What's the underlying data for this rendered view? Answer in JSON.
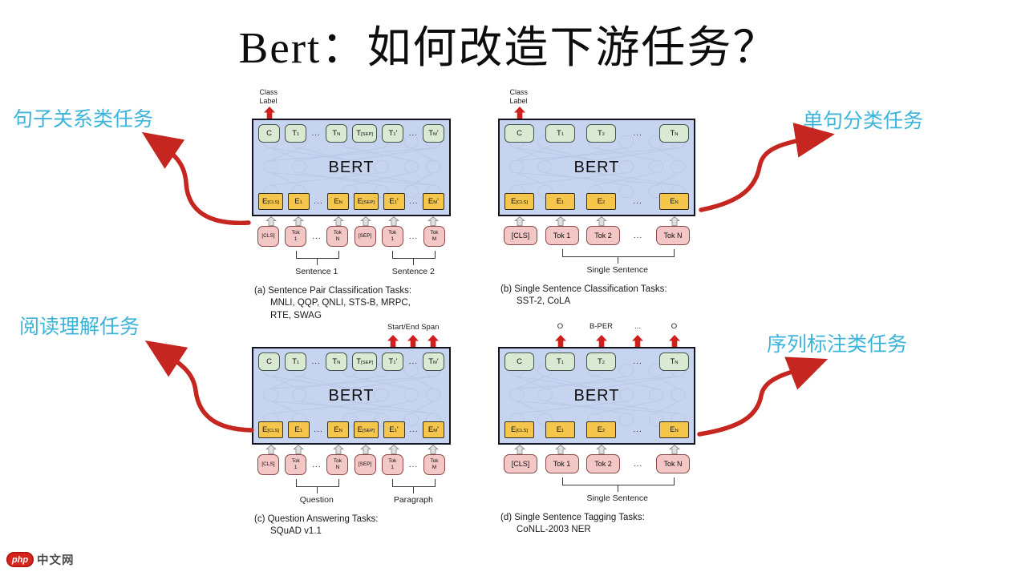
{
  "title": "Bert：如何改造下游任务？",
  "annotations": [
    {
      "id": "a",
      "text": "句子关系类任务"
    },
    {
      "id": "b",
      "text": "单句分类任务"
    },
    {
      "id": "c",
      "text": "阅读理解任务"
    },
    {
      "id": "d",
      "text": "序列标注类任务"
    }
  ],
  "logo": {
    "badge": "php",
    "text": "中文网"
  },
  "colors": {
    "accent_red": "#c62620",
    "label_cyan": "#3cb4da",
    "bert_fill": "#c7d4ef",
    "token_green": "#d9e9d2",
    "token_yellow": "#f6c64c",
    "token_pink": "#f2c7c5"
  },
  "diagrams": [
    {
      "id": "a",
      "class_label": {
        "lines": [
          "Class",
          "Label"
        ],
        "slot": 0
      },
      "bert": "BERT",
      "top_tokens": [
        {
          "base": "C"
        },
        {
          "base": "T",
          "sub": "1"
        },
        {
          "dots": "..."
        },
        {
          "base": "T",
          "sub": "N"
        },
        {
          "base": "T",
          "sub": "[SEP]",
          "sep": true
        },
        {
          "base": "T",
          "sub": "1",
          "prime": "'"
        },
        {
          "dots": "..."
        },
        {
          "base": "T",
          "sub": "M",
          "prime": "'"
        }
      ],
      "bottom_tokens": [
        {
          "base": "E",
          "sub": "[CLS]",
          "sep": true
        },
        {
          "base": "E",
          "sub": "1"
        },
        {
          "dots": "..."
        },
        {
          "base": "E",
          "sub": "N"
        },
        {
          "base": "E",
          "sub": "[SEP]",
          "sep": true
        },
        {
          "base": "E",
          "sub": "1",
          "prime": "'"
        },
        {
          "dots": "..."
        },
        {
          "base": "E",
          "sub": "M",
          "prime": "'"
        }
      ],
      "input_tokens": [
        {
          "lines": [
            "[CLS]"
          ]
        },
        {
          "lines": [
            "Tok",
            "1"
          ]
        },
        {
          "dots": "..."
        },
        {
          "lines": [
            "Tok",
            "N"
          ]
        },
        {
          "lines": [
            "[SEP]"
          ]
        },
        {
          "lines": [
            "Tok",
            "1"
          ]
        },
        {
          "dots": "..."
        },
        {
          "lines": [
            "Tok",
            "M"
          ]
        }
      ],
      "brackets": [
        {
          "label": "Sentence 1",
          "from": 1,
          "to": 3
        },
        {
          "label": "Sentence 2",
          "from": 5,
          "to": 7
        }
      ],
      "caption": [
        "(a) Sentence Pair Classification Tasks:",
        "MNLI, QQP, QNLI, STS-B, MRPC,",
        "RTE, SWAG"
      ]
    },
    {
      "id": "b",
      "class_label": {
        "lines": [
          "Class",
          "Label"
        ],
        "slot": 0
      },
      "bert": "BERT",
      "top_tokens": [
        {
          "base": "C"
        },
        {
          "base": "T",
          "sub": "1"
        },
        {
          "base": "T",
          "sub": "2"
        },
        {
          "dots": "..."
        },
        {
          "base": "T",
          "sub": "N"
        }
      ],
      "bottom_tokens": [
        {
          "base": "E",
          "sub": "[CLS]",
          "sep": true
        },
        {
          "base": "E",
          "sub": "1"
        },
        {
          "base": "E",
          "sub": "2"
        },
        {
          "dots": "..."
        },
        {
          "base": "E",
          "sub": "N"
        }
      ],
      "input_tokens": [
        {
          "lines": [
            "[CLS]"
          ]
        },
        {
          "lines": [
            "Tok 1"
          ]
        },
        {
          "lines": [
            "Tok 2"
          ]
        },
        {
          "dots": "..."
        },
        {
          "lines": [
            "Tok N"
          ]
        }
      ],
      "brackets": [
        {
          "label": "Single Sentence",
          "from": 1,
          "to": 4
        }
      ],
      "caption": [
        "(b) Single Sentence Classification Tasks:",
        "SST-2, CoLA"
      ]
    },
    {
      "id": "c",
      "outputs_title": "Start/End Span",
      "outputs": [
        {
          "slot": 5
        },
        {
          "slot": 6
        },
        {
          "slot": 7
        }
      ],
      "bert": "BERT",
      "top_tokens": [
        {
          "base": "C"
        },
        {
          "base": "T",
          "sub": "1"
        },
        {
          "dots": "..."
        },
        {
          "base": "T",
          "sub": "N"
        },
        {
          "base": "T",
          "sub": "[SEP]",
          "sep": true
        },
        {
          "base": "T",
          "sub": "1",
          "prime": "'"
        },
        {
          "dots": "..."
        },
        {
          "base": "T",
          "sub": "M",
          "prime": "'"
        }
      ],
      "bottom_tokens": [
        {
          "base": "E",
          "sub": "[CLS]",
          "sep": true
        },
        {
          "base": "E",
          "sub": "1"
        },
        {
          "dots": "..."
        },
        {
          "base": "E",
          "sub": "N"
        },
        {
          "base": "E",
          "sub": "[SEP]",
          "sep": true
        },
        {
          "base": "E",
          "sub": "1",
          "prime": "'"
        },
        {
          "dots": "..."
        },
        {
          "base": "E",
          "sub": "M",
          "prime": "'"
        }
      ],
      "input_tokens": [
        {
          "lines": [
            "[CLS]"
          ]
        },
        {
          "lines": [
            "Tok",
            "1"
          ]
        },
        {
          "dots": "..."
        },
        {
          "lines": [
            "Tok",
            "N"
          ]
        },
        {
          "lines": [
            "[SEP]"
          ]
        },
        {
          "lines": [
            "Tok",
            "1"
          ]
        },
        {
          "dots": "..."
        },
        {
          "lines": [
            "Tok",
            "M"
          ]
        }
      ],
      "brackets": [
        {
          "label": "Question",
          "from": 1,
          "to": 3
        },
        {
          "label": "Paragraph",
          "from": 5,
          "to": 7
        }
      ],
      "caption": [
        "(c) Question Answering Tasks:",
        "SQuAD v1.1"
      ]
    },
    {
      "id": "d",
      "outputs": [
        {
          "slot": 1,
          "label": "O"
        },
        {
          "slot": 2,
          "label": "B-PER"
        },
        {
          "slot": 3,
          "label": "..."
        },
        {
          "slot": 4,
          "label": "O"
        }
      ],
      "bert": "BERT",
      "top_tokens": [
        {
          "base": "C"
        },
        {
          "base": "T",
          "sub": "1"
        },
        {
          "base": "T",
          "sub": "2"
        },
        {
          "dots": "..."
        },
        {
          "base": "T",
          "sub": "N"
        }
      ],
      "bottom_tokens": [
        {
          "base": "E",
          "sub": "[CLS]",
          "sep": true
        },
        {
          "base": "E",
          "sub": "1"
        },
        {
          "base": "E",
          "sub": "2"
        },
        {
          "dots": "..."
        },
        {
          "base": "E",
          "sub": "N"
        }
      ],
      "input_tokens": [
        {
          "lines": [
            "[CLS]"
          ]
        },
        {
          "lines": [
            "Tok 1"
          ]
        },
        {
          "lines": [
            "Tok 2"
          ]
        },
        {
          "dots": "..."
        },
        {
          "lines": [
            "Tok N"
          ]
        }
      ],
      "brackets": [
        {
          "label": "Single Sentence",
          "from": 1,
          "to": 4
        }
      ],
      "caption": [
        "(d) Single Sentence Tagging Tasks:",
        "CoNLL-2003 NER"
      ]
    }
  ]
}
